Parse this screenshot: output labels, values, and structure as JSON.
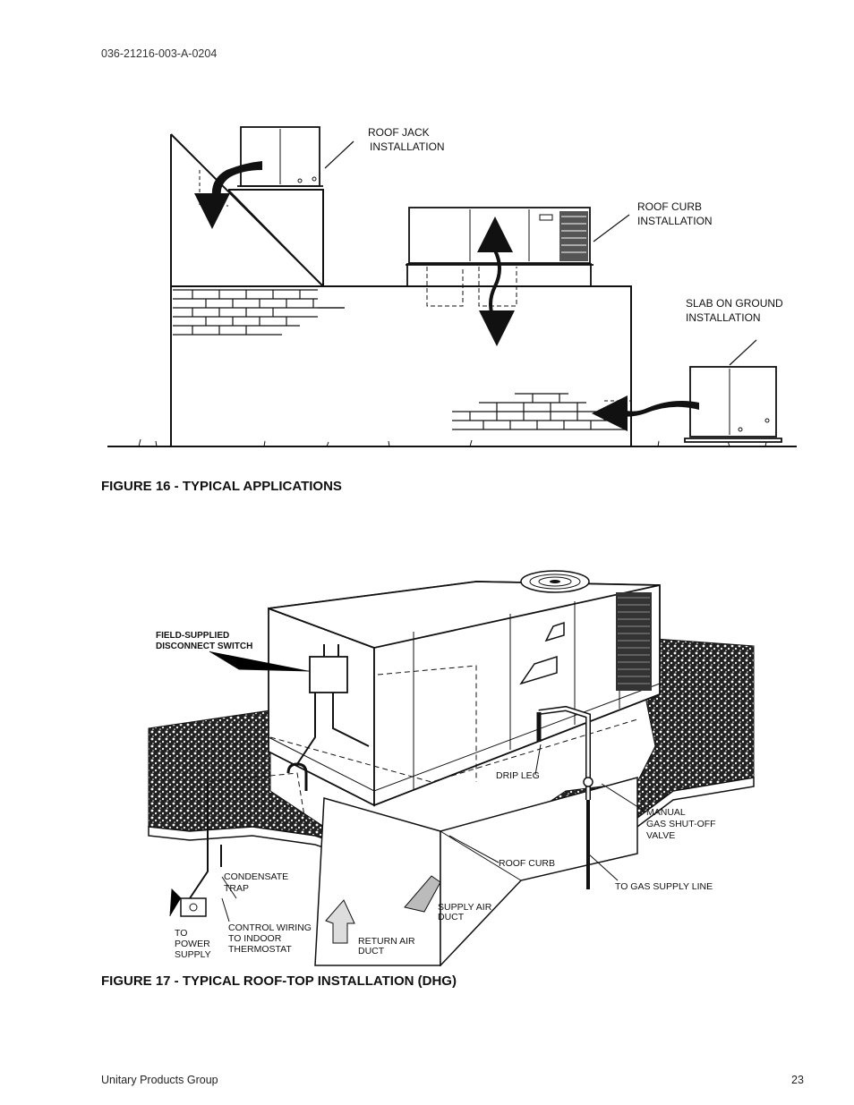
{
  "header": {
    "doc_number": "036-21216-003-A-0204"
  },
  "figure16": {
    "caption": "FIGURE 16 -  TYPICAL APPLICATIONS",
    "labels": {
      "roof_jack_1": "ROOF JACK",
      "roof_jack_2": "INSTALLATION",
      "roof_curb_1": "ROOF CURB",
      "roof_curb_2": "INSTALLATION",
      "slab_1": "SLAB ON GROUND",
      "slab_2": "INSTALLATION"
    }
  },
  "figure17": {
    "caption": "FIGURE 17 -  TYPICAL ROOF-TOP INSTALLATION (DHG)",
    "labels": {
      "disconnect_1": "FIELD-SUPPLIED",
      "disconnect_2": "DISCONNECT SWITCH",
      "drip_leg": "DRIP LEG",
      "manual_1": "MANUAL",
      "manual_2": "GAS SHUT-OFF",
      "manual_3": "VALVE",
      "roof_curb": "ROOF CURB",
      "gas_supply": "TO GAS SUPPLY LINE",
      "condensate_1": "CONDENSATE",
      "condensate_2": "TRAP",
      "supply_air_1": "SUPPLY AIR",
      "supply_air_2": "DUCT",
      "control_1": "CONTROL WIRING",
      "control_2": "TO INDOOR",
      "control_3": "THERMOSTAT",
      "return_air_1": "RETURN AIR",
      "return_air_2": "DUCT",
      "power_1": "TO",
      "power_2": "POWER",
      "power_3": "SUPPLY"
    }
  },
  "footer": {
    "company": "Unitary Products Group",
    "page_number": "23"
  }
}
